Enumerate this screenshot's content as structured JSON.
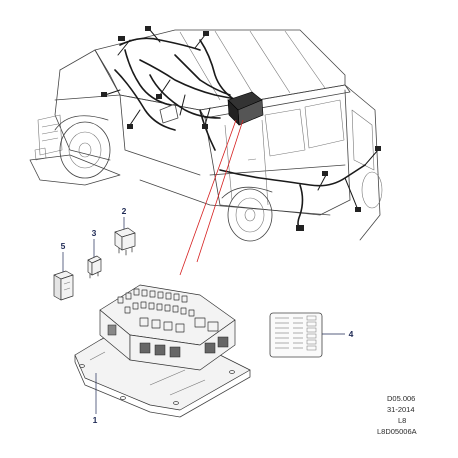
{
  "callouts": [
    {
      "id": "1",
      "label": "1"
    },
    {
      "id": "2",
      "label": "2"
    },
    {
      "id": "3",
      "label": "3"
    },
    {
      "id": "4",
      "label": "4"
    },
    {
      "id": "5",
      "label": "5"
    }
  ],
  "reference": {
    "line1": "D05.006",
    "line2": "31-2014",
    "line3": "L8",
    "line4": "L8D05006A"
  },
  "colors": {
    "callout": "#1f2a55",
    "locator_lines": "#d62020",
    "harness": "#1a1a1a",
    "outline": "#444444"
  }
}
